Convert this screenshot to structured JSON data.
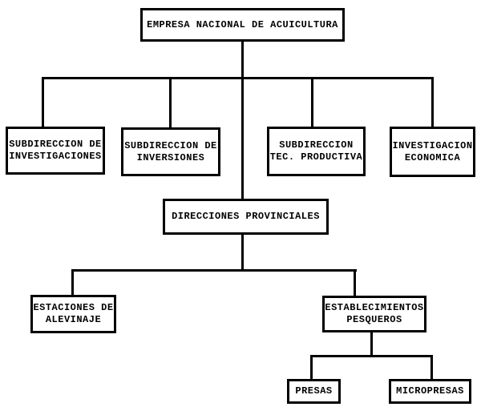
{
  "diagram": {
    "type": "org-chart",
    "title": "EMPRESA NACIONAL DE ACUICULTURA",
    "background_color": "#ffffff",
    "line_color": "#000000",
    "box_border_color": "#000000",
    "text_color": "#000000",
    "nodes": [
      {
        "id": "empresa-nacional",
        "label": "EMPRESA NACIONAL DE ACUICULTURA",
        "level": 1
      },
      {
        "id": "subdireccion-investigaciones",
        "label": "SUBDIRECCION DE\nINVESTIGACIONES",
        "level": 2
      },
      {
        "id": "subdireccion-inversiones",
        "label": "SUBDIRECCION DE\nINVERSIONES",
        "level": 2
      },
      {
        "id": "subdireccion-tec-productiva",
        "label": "SUBDIRECCION\nTEC. PRODUCTIVA",
        "level": 2
      },
      {
        "id": "investigacion-economica",
        "label": "INVESTIGACION\nECONOMICA",
        "level": 2
      },
      {
        "id": "direcciones-provinciales",
        "label": "DIRECCIONES PROVINCIALES",
        "level": 3
      },
      {
        "id": "estaciones-de-alevinaje",
        "label": "ESTACIONES DE\nALEVINAJE",
        "level": 4
      },
      {
        "id": "establecimientos-pesqueros",
        "label": "ESTABLECIMIENTOS\nPESQUEROS",
        "level": 4
      },
      {
        "id": "presas",
        "label": "PRESAS",
        "level": 5
      },
      {
        "id": "micropresas",
        "label": "MICROPRESAS",
        "level": 5
      }
    ],
    "edges": [
      {
        "from": "empresa-nacional",
        "to": "subdireccion-investigaciones"
      },
      {
        "from": "empresa-nacional",
        "to": "subdireccion-inversiones"
      },
      {
        "from": "empresa-nacional",
        "to": "subdireccion-tec-productiva"
      },
      {
        "from": "empresa-nacional",
        "to": "investigacion-economica"
      },
      {
        "from": "empresa-nacional",
        "to": "direcciones-provinciales"
      },
      {
        "from": "direcciones-provinciales",
        "to": "estaciones-de-alevinaje"
      },
      {
        "from": "direcciones-provinciales",
        "to": "establecimientos-pesqueros"
      },
      {
        "from": "establecimientos-pesqueros",
        "to": "presas"
      },
      {
        "from": "establecimientos-pesqueros",
        "to": "micropresas"
      }
    ]
  }
}
